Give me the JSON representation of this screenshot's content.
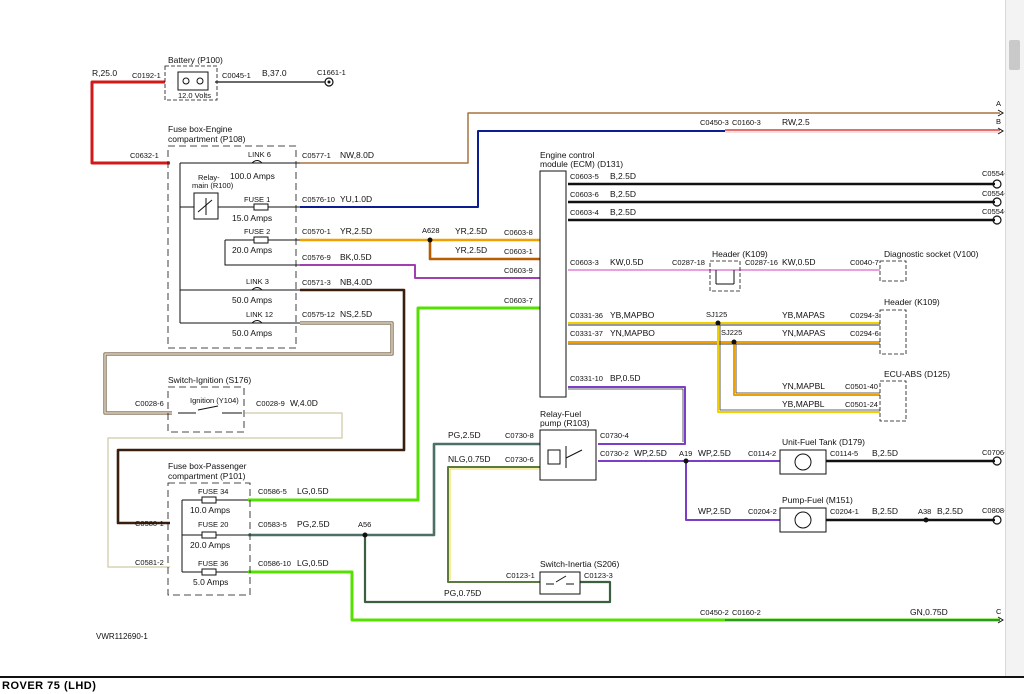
{
  "diagram_ref": "VWR112690-1",
  "footer_title": "ROVER 75 (LHD)",
  "components": {
    "battery": {
      "title": "Battery (P100)",
      "voltage": "12.0 Volts",
      "conn_in": "C0192-1",
      "conn_out": "C0045-1"
    },
    "ground_c1661": "C1661-1",
    "fusebox_engine": {
      "title_1": "Fuse box-Engine",
      "title_2": "compartment (P108)",
      "conn_in": "C0632-1"
    },
    "relay_main": {
      "title_1": "Relay-",
      "title_2": "main (R100)"
    },
    "link6": {
      "name": "LINK 6",
      "rating": "100.0 Amps",
      "conn": "C0577-1"
    },
    "fuse1": {
      "name": "FUSE 1",
      "rating": "15.0 Amps",
      "conn": "C0576-10"
    },
    "fuse2": {
      "name": "FUSE 2",
      "rating": "20.0 Amps",
      "conn": "C0570-1"
    },
    "fuse_bk": {
      "conn": "C0576-9"
    },
    "link3": {
      "name": "LINK 3",
      "rating": "50.0 Amps",
      "conn": "C0571-3"
    },
    "link12": {
      "name": "LINK 12",
      "rating": "50.0 Amps",
      "conn": "C0575-12"
    },
    "switch_ignition": {
      "title": "Switch-Ignition (S176)",
      "inner": "Ignition (Y104)",
      "conn_left": "C0028-6",
      "conn_right": "C0028-9"
    },
    "fusebox_passenger": {
      "title_1": "Fuse box-Passenger",
      "title_2": "compartment (P101)",
      "conn_1": "C0580-1",
      "conn_2": "C0581-2"
    },
    "fuse34": {
      "name": "FUSE 34",
      "rating": "10.0 Amps",
      "conn": "C0586-5"
    },
    "fuse20": {
      "name": "FUSE 20",
      "rating": "20.0 Amps",
      "conn": "C0583-5"
    },
    "fuse36": {
      "name": "FUSE 36",
      "rating": "5.0 Amps",
      "conn": "C0586-10"
    },
    "ecm": {
      "title_1": "Engine control",
      "title_2": "module (ECM) (D131)",
      "conn_yr": "C0603-8",
      "conn_yr2": "C0603-1",
      "conn_bk": "C0603-9",
      "conn_lg": "C0603-7",
      "conn_b1": "C0603-5",
      "conn_b2": "C0603-6",
      "conn_b3": "C0603-4",
      "conn_kw": "C0603-3",
      "conn_yb": "C0331-36",
      "conn_yn": "C0331-37",
      "conn_bp": "C0331-10"
    },
    "header_k109_a": {
      "title": "Header (K109)",
      "conn_in": "C0287-18",
      "conn_out": "C0287-16"
    },
    "diag_socket": {
      "title": "Diagnostic socket (V100)",
      "conn": "C0040-7"
    },
    "header_k109_b": {
      "title": "Header (K109)",
      "conn_1": "C0294-3",
      "conn_2": "C0294-6"
    },
    "ecu_abs": {
      "title": "ECU-ABS (D125)",
      "conn_1": "C0501-40",
      "conn_2": "C0501-24"
    },
    "relay_fuel": {
      "title_1": "Relay-Fuel",
      "title_2": "pump (R103)",
      "conn_pg": "C0730-8",
      "conn_nlg": "C0730-6",
      "conn_bp": "C0730-4",
      "conn_wp": "C0730-2"
    },
    "unit_fuel_tank": {
      "title": "Unit-Fuel Tank (D179)",
      "conn_in": "C0114-2",
      "conn_out": "C0114-5"
    },
    "pump_fuel": {
      "title": "Pump-Fuel (M151)",
      "conn_in": "C0204-2",
      "conn_out": "C0204-1"
    },
    "switch_inertia": {
      "title": "Switch-Inertia (S206)",
      "conn_in": "C0123-1",
      "conn_out": "C0123-3"
    }
  },
  "splices": {
    "a628": "A628",
    "sj125": "SJ125",
    "sj225": "SJ225",
    "a19": "A19",
    "a38": "A38",
    "a56": "A56"
  },
  "connectors": {
    "c0450_3": "C0450-3",
    "c0160_3": "C0160-3",
    "c0450_2": "C0450-2",
    "c0160_2": "C0160-2",
    "c0554_1": "C0554-",
    "c0554_2": "C0554-",
    "c0554_3": "C0554-",
    "c0706": "C0706-",
    "c0808": "C0808-"
  },
  "offpage": {
    "a": "A",
    "b": "B",
    "c": "C"
  },
  "wire_labels": {
    "r25": "R,25.0",
    "b37": "B,37.0",
    "nw8": "NW,8.0D",
    "yu1": "YU,1.0D",
    "yr25_a": "YR,2.5D",
    "yr25_b": "YR,2.5D",
    "yr25_c": "YR,2.5D",
    "bk05": "BK,0.5D",
    "nb4": "NB,4.0D",
    "ns25": "NS,2.5D",
    "w4": "W,4.0D",
    "rw25": "RW,2.5",
    "b25_1": "B,2.5D",
    "b25_2": "B,2.5D",
    "b25_3": "B,2.5D",
    "kw05_a": "KW,0.5D",
    "kw05_b": "KW,0.5D",
    "yb_mapbo": "YB,MAPBO",
    "yn_mapbo": "YN,MAPBO",
    "yb_mapas": "YB,MAPAS",
    "yn_mapas": "YN,MAPAS",
    "yn_mapbl": "YN,MAPBL",
    "yb_mapbl": "YB,MAPBL",
    "bp05": "BP,0.5D",
    "pg25_a": "PG,2.5D",
    "nlg075": "NLG,0.75D",
    "wp25_a": "WP,2.5D",
    "wp25_b": "WP,2.5D",
    "wp25_c": "WP,2.5D",
    "b25_tank": "B,2.5D",
    "b25_pump": "B,2.5D",
    "b25_pump2": "B,2.5D",
    "lg05_a": "LG,0.5D",
    "pg25_b": "PG,2.5D",
    "lg05_b": "LG,0.5D",
    "pg075": "PG,0.75D",
    "gn075": "GN,0.75D"
  },
  "wire_colors": {
    "red": "#d21919",
    "brown": "#a8743f",
    "navy": "#0b1d8f",
    "orange": "#f0a000",
    "darkorange": "#b85c00",
    "purple": "#a040b0",
    "darkbrown": "#3a1f0e",
    "tan": "#8b7866",
    "pink": "#e8a0e0",
    "black": "#111111",
    "yellow": "#f0d000",
    "violet": "#7a3ec8",
    "green": "#55e000",
    "slate": "#4c7068",
    "limegreen": "#2a9a20",
    "kgreen": "#5a7a40",
    "grey": "#888888",
    "cream": "#e8e2c8",
    "darkgreen": "#3a6040"
  }
}
